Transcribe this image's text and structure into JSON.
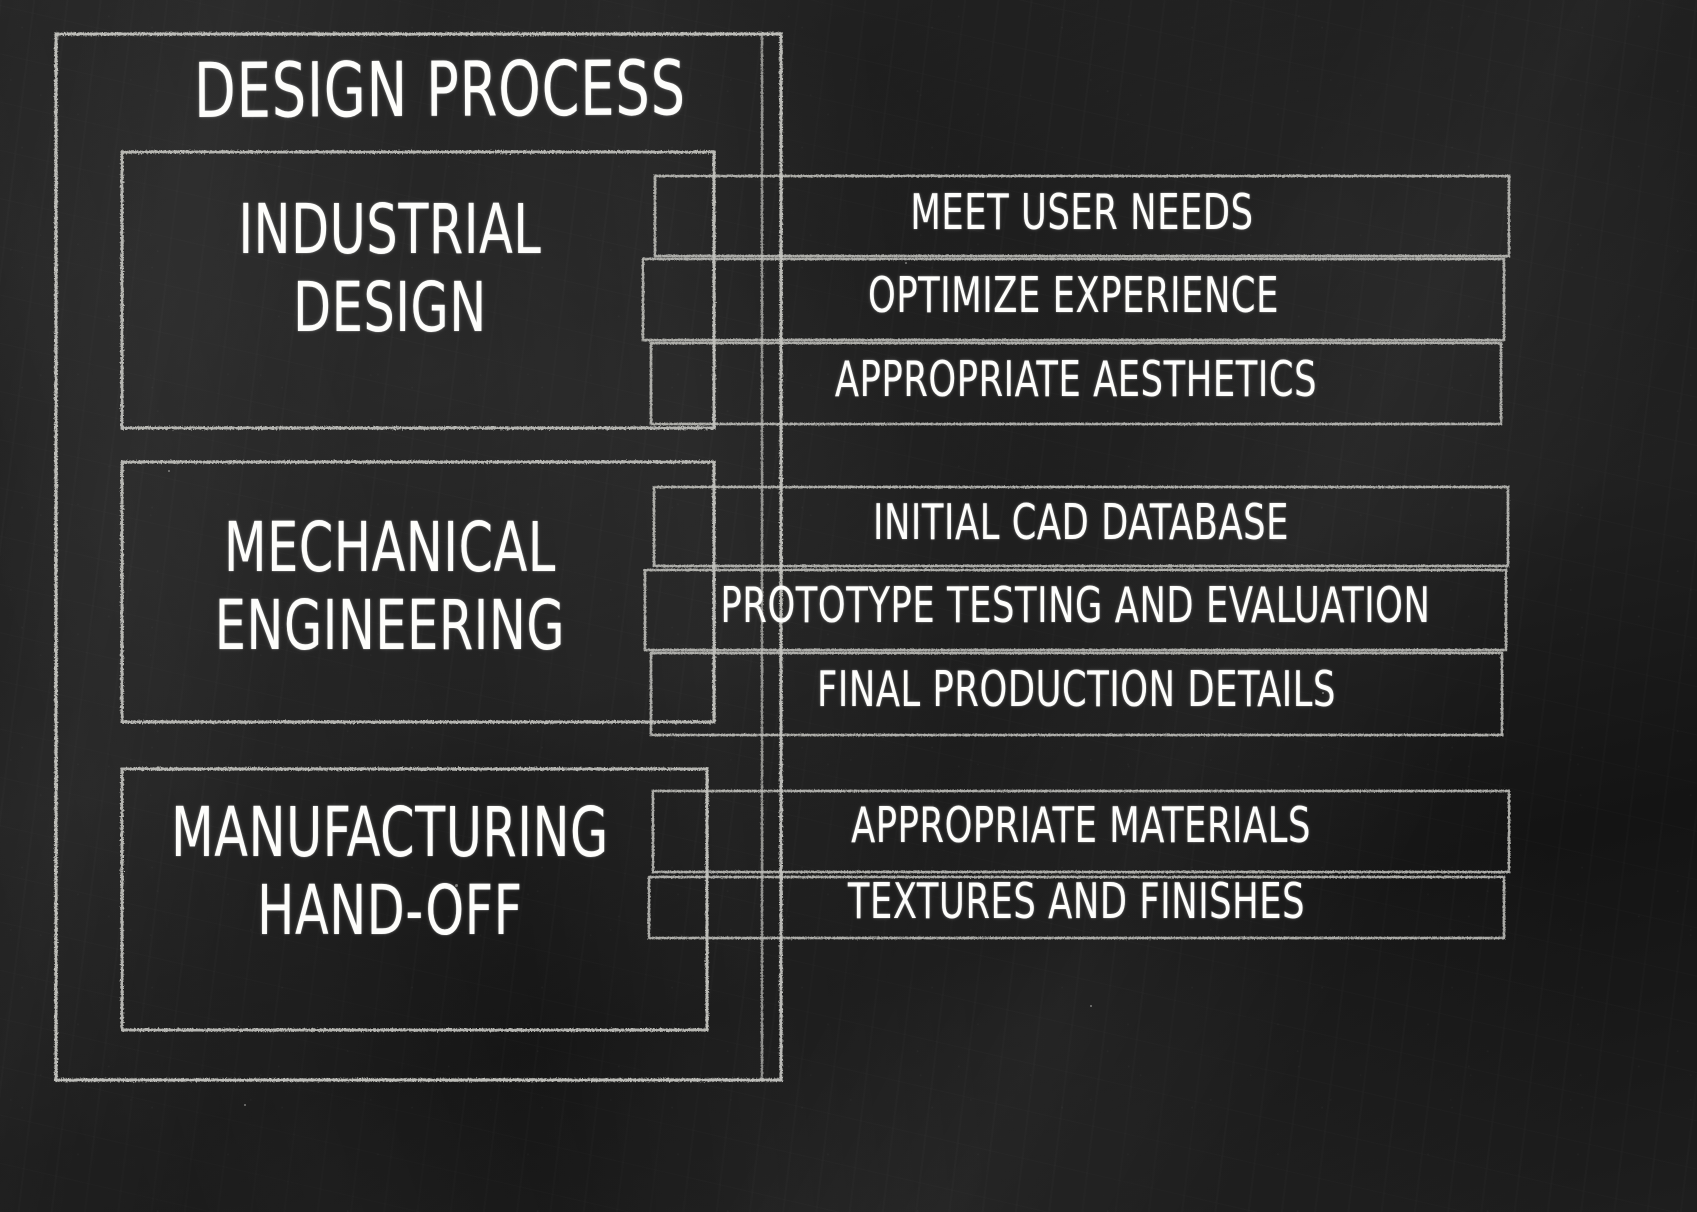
{
  "board": {
    "title": "DESIGN PROCESS",
    "chalk_color": "#fdfdfb",
    "frame_color": "#c9c9c4",
    "board_color": "#1c1c1c"
  },
  "groups": [
    {
      "label": "INDUSTRIAL\nDESIGN",
      "items": [
        {
          "text": "MEET USER NEEDS"
        },
        {
          "text": "OPTIMIZE EXPERIENCE"
        },
        {
          "text": "APPROPRIATE AESTHETICS"
        }
      ]
    },
    {
      "label": "MECHANICAL\nENGINEERING",
      "items": [
        {
          "text": "INITIAL CAD DATABASE"
        },
        {
          "text": "PROTOTYPE TESTING AND EVALUATION"
        },
        {
          "text": "FINAL PRODUCTION DETAILS"
        }
      ]
    },
    {
      "label": "MANUFACTURING\nHAND-OFF",
      "items": [
        {
          "text": "APPROPRIATE MATERIALS"
        },
        {
          "text": "TEXTURES AND FINISHES"
        }
      ]
    }
  ]
}
